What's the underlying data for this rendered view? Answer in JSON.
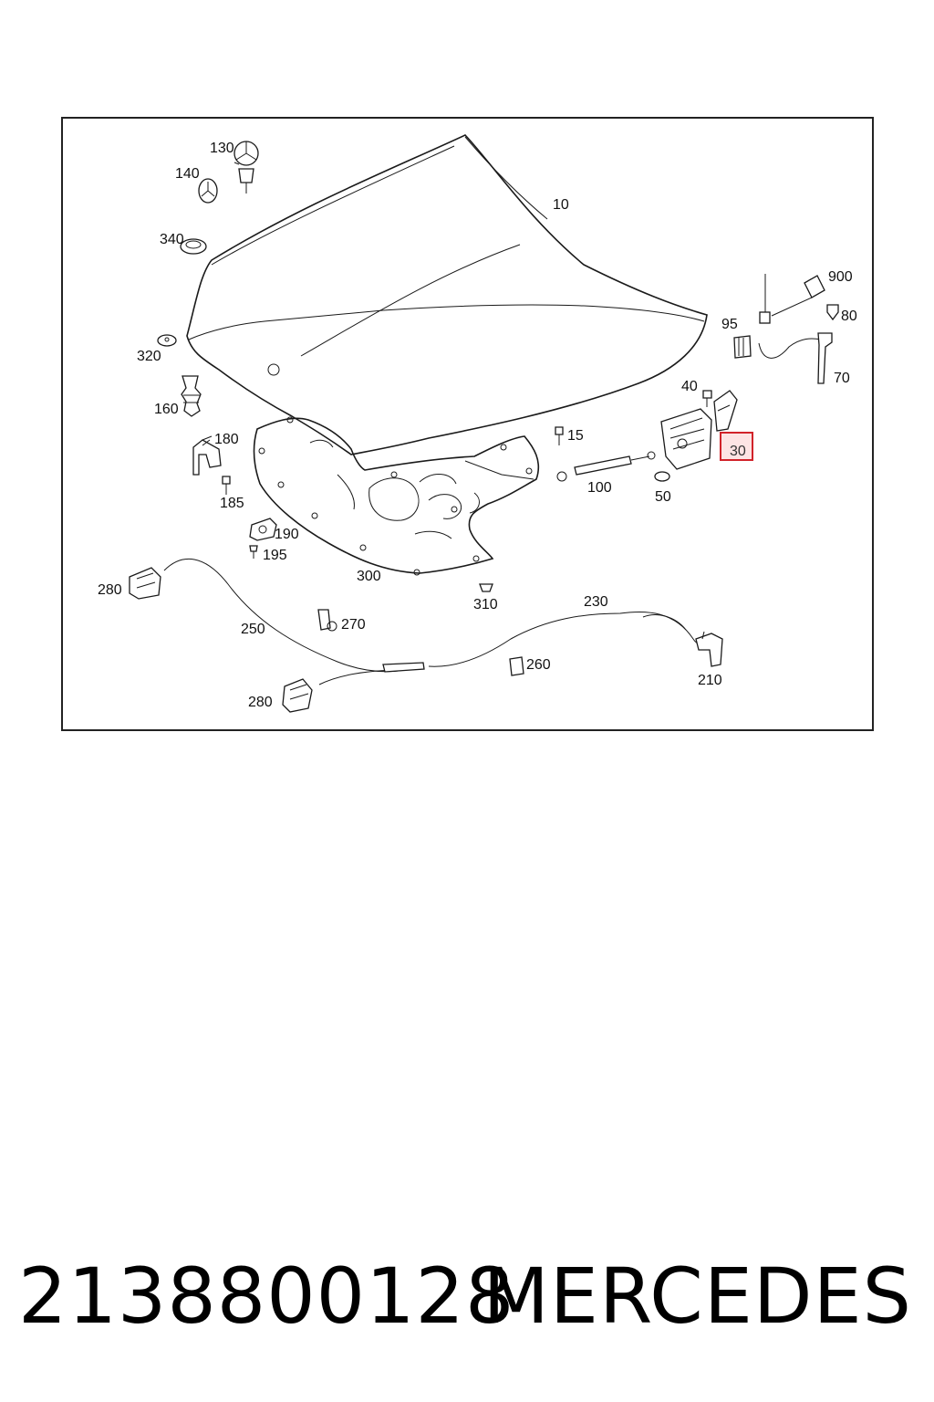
{
  "diagram": {
    "labels": {
      "p10": "10",
      "p15": "15",
      "p30": "30",
      "p40": "40",
      "p50": "50",
      "p70": "70",
      "p80": "80",
      "p95": "95",
      "p100": "100",
      "p130": "130",
      "p140": "140",
      "p160": "160",
      "p180": "180",
      "p185": "185",
      "p190": "190",
      "p195": "195",
      "p210": "210",
      "p230": "230",
      "p250": "250",
      "p260": "260",
      "p270": "270",
      "p280a": "280",
      "p280b": "280",
      "p300": "300",
      "p310": "310",
      "p320": "320",
      "p340": "340",
      "p900": "900"
    },
    "highlighted_part": "30",
    "highlight_color": "#d1232a"
  },
  "footer": {
    "part_number": "2138800128",
    "brand": "MERCEDES"
  }
}
